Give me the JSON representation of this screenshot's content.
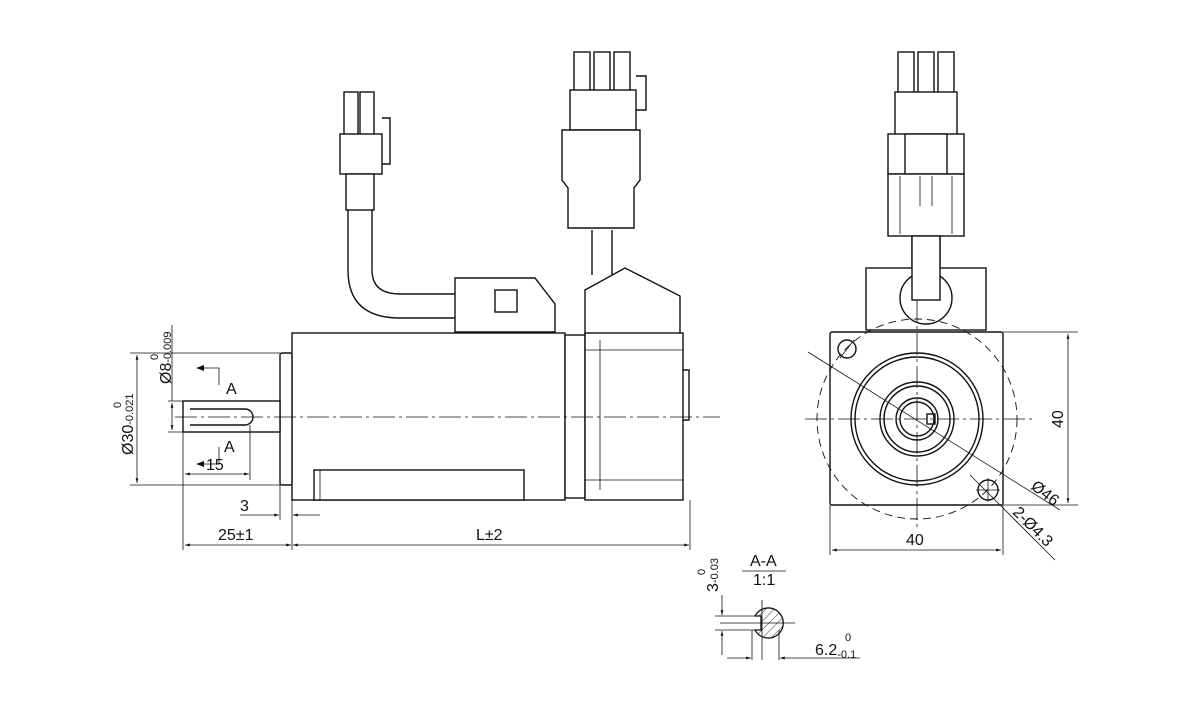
{
  "side_view": {
    "shaft_diameter": "Ø8",
    "shaft_tol_upper": "0",
    "shaft_tol_lower": "-0.009",
    "flange_diameter": "Ø30",
    "flange_tol_upper": "0",
    "flange_tol_lower": "-0.021",
    "section_marker": "A",
    "key_length": "15",
    "flange_thickness": "3",
    "shaft_length": "25±1",
    "body_length": "L±2"
  },
  "front_view": {
    "width": "40",
    "height": "40",
    "bolt_circle": "Ø46",
    "holes": "2-Ø4.3"
  },
  "section": {
    "title": "A-A",
    "scale": "1:1",
    "key_width": "3",
    "key_tol_upper": "0",
    "key_tol_lower": "-0.03",
    "key_depth": "6.2",
    "depth_tol_upper": "0",
    "depth_tol_lower": "-0.1"
  }
}
